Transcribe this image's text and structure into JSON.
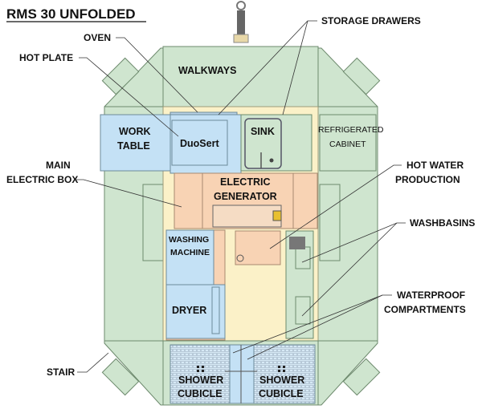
{
  "title": "RMS 30 UNFOLDED",
  "callouts": {
    "oven": "OVEN",
    "hot_plate": "HOT PLATE",
    "main_electric_box": [
      "MAIN",
      "ELECTRIC BOX"
    ],
    "stair": "STAIR",
    "storage_drawers": "STORAGE DRAWERS",
    "hot_water_production": [
      "HOT WATER",
      "PRODUCTION"
    ],
    "washbasins": "WASHBASINS",
    "waterproof_compartments": [
      "WATERPROOF",
      "COMPARTMENTS"
    ]
  },
  "areas": {
    "walkways": "WALKWAYS",
    "work_table": [
      "WORK",
      "TABLE"
    ],
    "duosert": "DuoSert",
    "sink": "SINK",
    "refrigerated_cabinet": [
      "REFRIGERATED",
      "CABINET"
    ],
    "electric_generator": [
      "ELECTRIC",
      "GENERATOR"
    ],
    "washing_machine": [
      "WASHING",
      "MACHINE"
    ],
    "dryer": "DRYER",
    "shower_left": [
      "SHOWER",
      "CUBICLE"
    ],
    "shower_right": [
      "SHOWER",
      "CUBICLE"
    ]
  },
  "colors": {
    "green": "#cfe5cf",
    "blue": "#c4e1f5",
    "orange": "#f8d3b4",
    "yellow": "#fbf1c8"
  }
}
